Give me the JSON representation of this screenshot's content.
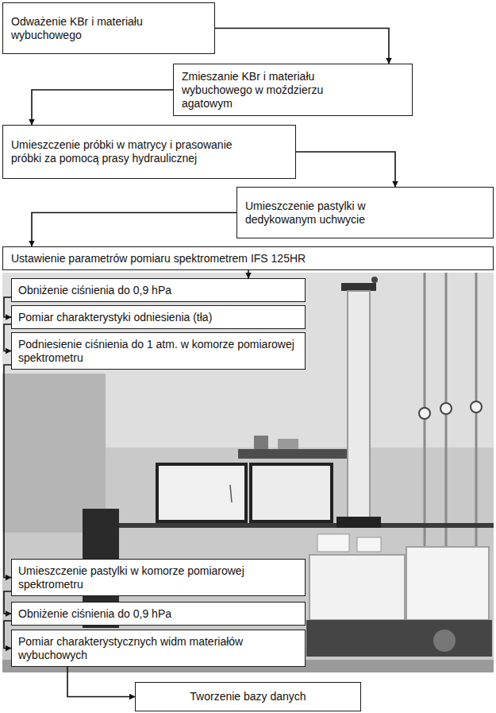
{
  "diagram": {
    "nodes": [
      {
        "text": [
          "Odważenie KBr i materiału wybuchowego"
        ]
      },
      {
        "text": [
          "Zmieszanie KBr i materiału wybuchowego w moździerzu agatowym"
        ]
      },
      {
        "text": [
          "Umieszczenie próbki w matrycy i prasowanie próbki za pomocą prasy hydraulicznej"
        ]
      },
      {
        "text": [
          "Umieszczenie pastylki w dedykowanym uchwycie"
        ]
      },
      {
        "text": [
          "Ustawienie parametrów pomiaru spektrometrem IFS 125HR"
        ]
      },
      {
        "text": [
          "Obniżenie ciśnienia do 0,9 hPa"
        ]
      },
      {
        "text": [
          "Pomiar charakterystyki odniesienia (tła)"
        ]
      },
      {
        "text": [
          "Podniesienie ciśnienia do 1 atm. w komorze pomiarowej spektrometru"
        ]
      },
      {
        "text": [
          "Umieszczenie pastylki w komorze pomiarowej spektrometru"
        ]
      },
      {
        "text": [
          "Obniżenie ciśnienia do 0,9 hPa"
        ]
      },
      {
        "text": [
          "Pomiar charakterystycznych widm materiałów wybuchowych"
        ]
      },
      {
        "text": [
          "Tworzenie bazy danych"
        ]
      }
    ],
    "edges": [
      {
        "from": 0,
        "to": 1,
        "arrow": "to"
      },
      {
        "from": 1,
        "to": 2,
        "arrow": "to"
      },
      {
        "from": 2,
        "to": 3,
        "arrow": "to"
      },
      {
        "from": 3,
        "to": 4,
        "arrow": "to"
      },
      {
        "from": 4,
        "to": 5,
        "arrow": "to"
      },
      {
        "from": 5,
        "to": 6,
        "arrow": "to"
      },
      {
        "from": 6,
        "to": 7,
        "arrow": "to"
      },
      {
        "from": 7,
        "to": 8,
        "arrow": "to"
      },
      {
        "from": 8,
        "to": 9,
        "arrow": "to"
      },
      {
        "from": 9,
        "to": 10,
        "arrow": "to"
      },
      {
        "from": 10,
        "to": 11,
        "arrow": "to"
      }
    ]
  }
}
